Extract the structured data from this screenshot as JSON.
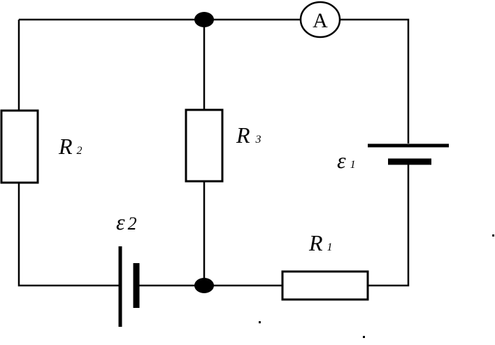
{
  "components": {
    "ammeter": {
      "label": "A"
    },
    "r1": {
      "symbol": "R",
      "subscript": "1"
    },
    "r2": {
      "symbol": "R",
      "subscript": "2"
    },
    "r3": {
      "symbol": "R",
      "subscript": "3"
    },
    "emf1": {
      "symbol": "ε",
      "subscript": "1"
    },
    "emf2": {
      "symbol": "ε",
      "subscript": "2"
    }
  },
  "colors": {
    "line": "#000000",
    "background": "#ffffff"
  }
}
